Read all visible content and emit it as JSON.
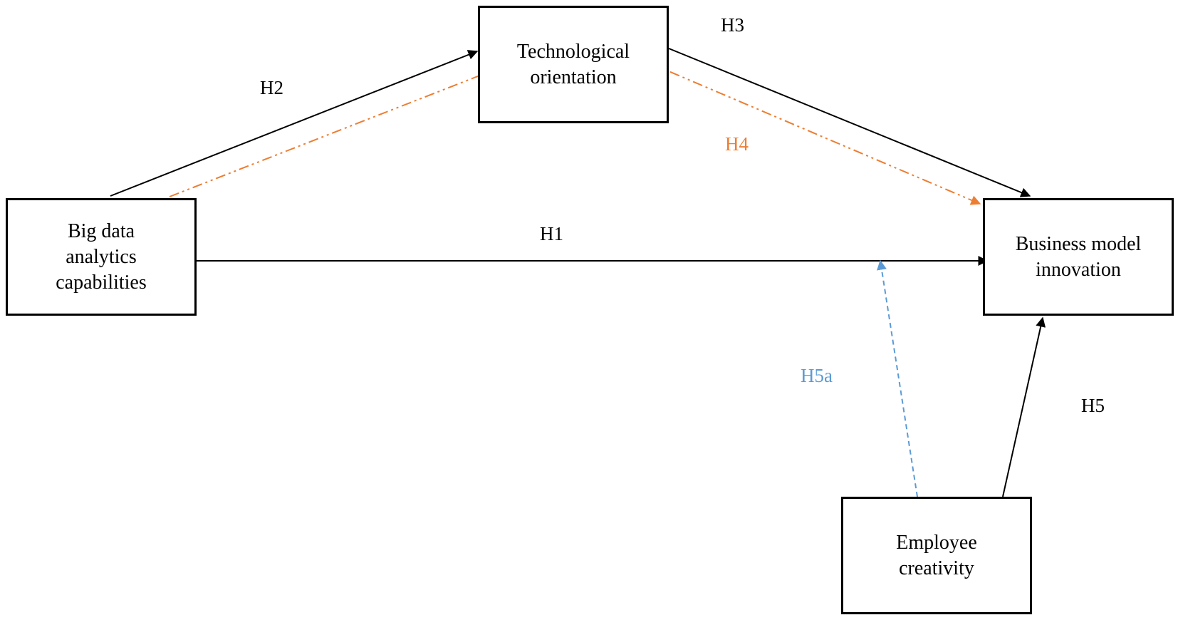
{
  "nodes": {
    "big_data": "Big data\nanalytics\ncapabilities",
    "tech_orientation": "Technological\norientation",
    "business_model": "Business model\ninnovation",
    "employee_creativity": "Employee\ncreativity"
  },
  "hypotheses": {
    "h1": "H1",
    "h2": "H2",
    "h3": "H3",
    "h4": "H4",
    "h5": "H5",
    "h5a": "H5a"
  },
  "colors": {
    "direct_path": "#000000",
    "mediation_path": "#ED7D31",
    "moderation_path": "#5B9BD5"
  }
}
